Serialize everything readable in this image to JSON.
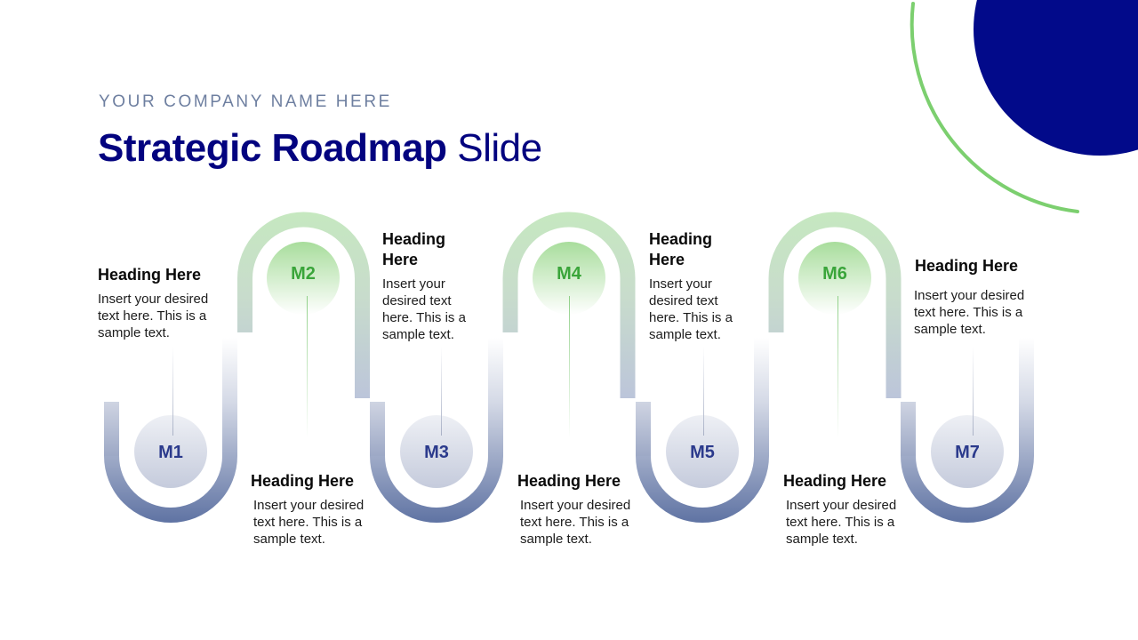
{
  "header": {
    "company": "YOUR COMPANY NAME HERE",
    "title_bold": "Strategic Roadmap",
    "title_light": "Slide"
  },
  "colors": {
    "title": "#03037f",
    "accent_dark_circle": "#020a8a",
    "accent_green_arc": "#7ccf6f",
    "milestone_green": "#3aa53a",
    "milestone_blue": "#2b3a8c",
    "u_shape_blue": "#5f73a3"
  },
  "milestones": [
    {
      "label": "M1",
      "heading": "Heading Here",
      "text": "Insert your desired text here. This is a sample text."
    },
    {
      "label": "M2",
      "heading": "Heading Here",
      "text": "Insert your desired text here. This is a sample text."
    },
    {
      "label": "M3",
      "heading": "Heading Here",
      "text": "Insert your desired text here. This is a sample text."
    },
    {
      "label": "M4",
      "heading": "Heading Here",
      "text": "Insert your desired text here. This is a sample text."
    },
    {
      "label": "M5",
      "heading": "Heading Here",
      "text": "Insert your desired text here. This is a sample text."
    },
    {
      "label": "M6",
      "heading": "Heading Here",
      "text": "Insert your desired text here. This is a sample text."
    },
    {
      "label": "M7",
      "heading": "Heading Here",
      "text": "Insert your desired text here. This is a sample text."
    }
  ]
}
